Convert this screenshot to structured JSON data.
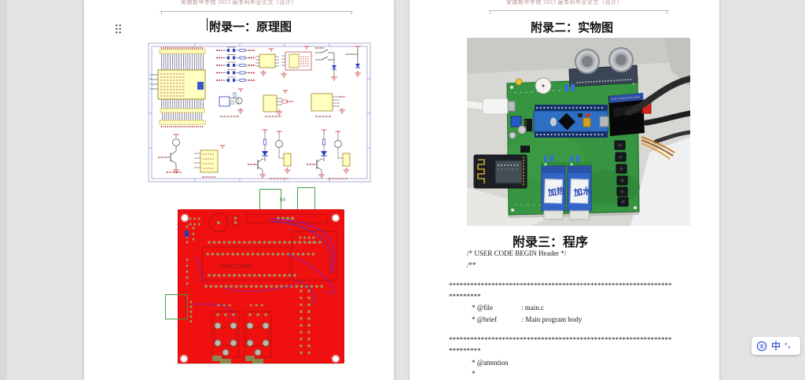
{
  "document": {
    "left_page": {
      "header": "安徽新华学院 2023 届本科毕业论文（设计）",
      "title": "附录一：原理图",
      "pcb_text": "T29922203M",
      "net_label": "U4"
    },
    "right_page": {
      "header": "安徽新华学院 2023 届本科毕业论文（设计）",
      "title": "附录二：实物图",
      "section_title": "附录三：程序",
      "relay_label_left": "加热",
      "relay_label_right": "加水",
      "code_lines": [
        "/* USER CODE BEGIN Header */",
        "/**",
        "***************************************************************",
        "*********",
        "* @file                : main.c",
        "* @brief              : Main program body",
        "***************************************************************",
        "*********",
        "* @attention",
        "*"
      ]
    }
  },
  "ime": {
    "mode": "中",
    "punctuation": "°，"
  }
}
